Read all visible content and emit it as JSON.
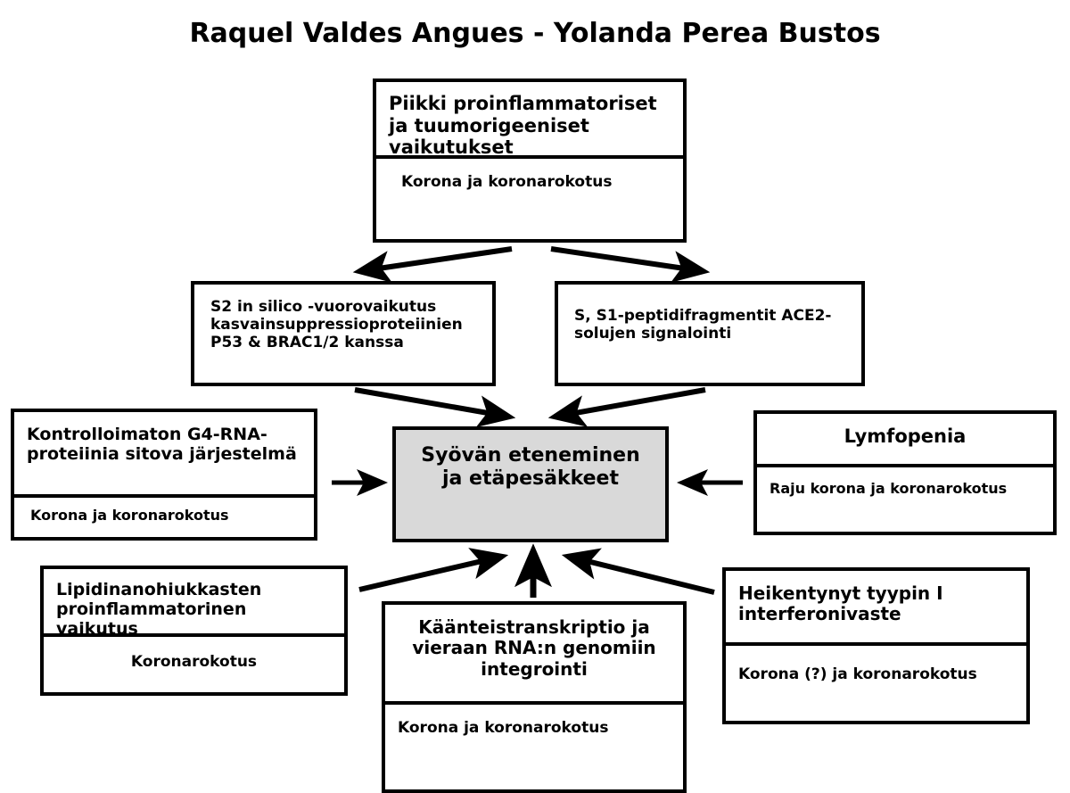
{
  "title": "Raquel Valdes Angues  - Yolanda Perea Bustos",
  "colors": {
    "stroke": "#000000",
    "background": "#ffffff",
    "highlight_fill": "#d9d9d9"
  },
  "nodes": {
    "spike": {
      "heading": "Piikki proinflammatoriset ja tuumorigeeniset vaikutukset",
      "subtext": "Korona ja koronarokotus"
    },
    "s2_insilico": {
      "heading": "S2 in silico -vuorovaikutus kasvainsuppressioproteiinien P53 & BRAC1/2 kanssa"
    },
    "s1_fragments": {
      "heading": "S, S1-peptidifragmentit ACE2-solujen signalointi"
    },
    "cancer": {
      "heading": "Syövän eteneminen ja etäpesäkkeet"
    },
    "g4_rna": {
      "heading": "Kontrolloimaton G4-RNA-proteiinia sitova järjestelmä",
      "subtext": "Korona ja koronarokotus"
    },
    "lymphopenia": {
      "heading": "Lymfopenia",
      "subtext": "Raju korona ja koronarokotus"
    },
    "lipid_np": {
      "heading": "Lipidinanohiukkasten proinflammatorinen vaikutus",
      "subtext": "Koronarokotus"
    },
    "reverse_transcription": {
      "heading": "Käänteistranskriptio ja vieraan RNA:n genomiin integrointi",
      "subtext": "Korona ja koronarokotus"
    },
    "interferon": {
      "heading": "Heikentynyt tyypin I interferonivaste",
      "subtext": "Korona (?) ja koronarokotus"
    }
  },
  "edges": [
    {
      "from": "spike",
      "to": "s2_insilico",
      "kind": "arrow"
    },
    {
      "from": "spike",
      "to": "s1_fragments",
      "kind": "arrow"
    },
    {
      "from": "s2_insilico",
      "to": "cancer",
      "kind": "arrow"
    },
    {
      "from": "s1_fragments",
      "to": "cancer",
      "kind": "arrow"
    },
    {
      "from": "g4_rna",
      "to": "cancer",
      "kind": "arrow"
    },
    {
      "from": "lymphopenia",
      "to": "cancer",
      "kind": "arrow"
    },
    {
      "from": "lipid_np",
      "to": "cancer",
      "kind": "arrow"
    },
    {
      "from": "reverse_transcription",
      "to": "cancer",
      "kind": "arrow"
    },
    {
      "from": "interferon",
      "to": "cancer",
      "kind": "arrow"
    }
  ]
}
